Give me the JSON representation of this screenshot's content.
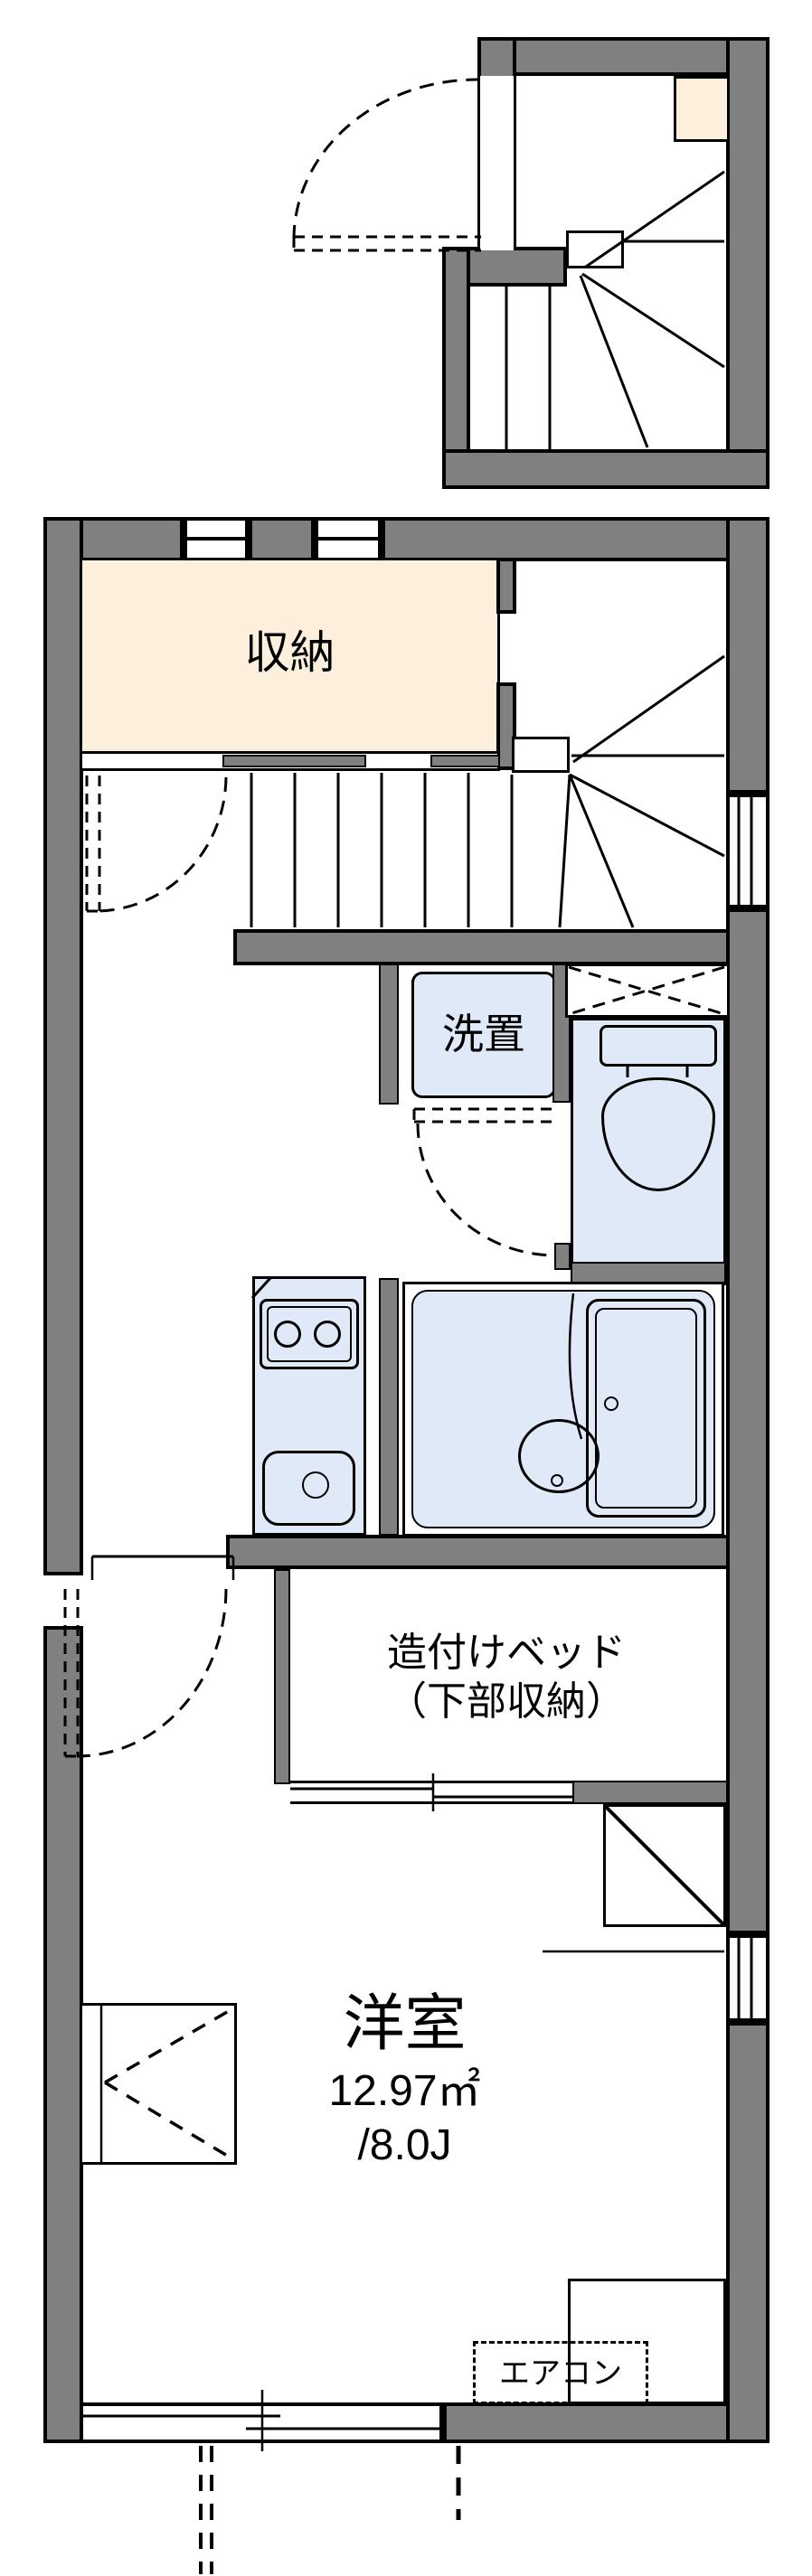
{
  "floorplan": {
    "rooms": {
      "storage": {
        "label": "収納"
      },
      "laundry": {
        "label": "洗置"
      },
      "built_in_bed": {
        "label_line1": "造付けベッド",
        "label_line2": "（下部収納）"
      },
      "western_room": {
        "label": "洋室",
        "area_sqm": "12.97㎡",
        "area_tatami": "/8.0J"
      },
      "aircon": {
        "label": "エアコン"
      }
    },
    "colors": {
      "wall": "#808080",
      "line": "#000000",
      "room_cream": "#fcf0dc",
      "fixture_blue": "#dfe9f8",
      "bg": "#ffffff"
    }
  }
}
